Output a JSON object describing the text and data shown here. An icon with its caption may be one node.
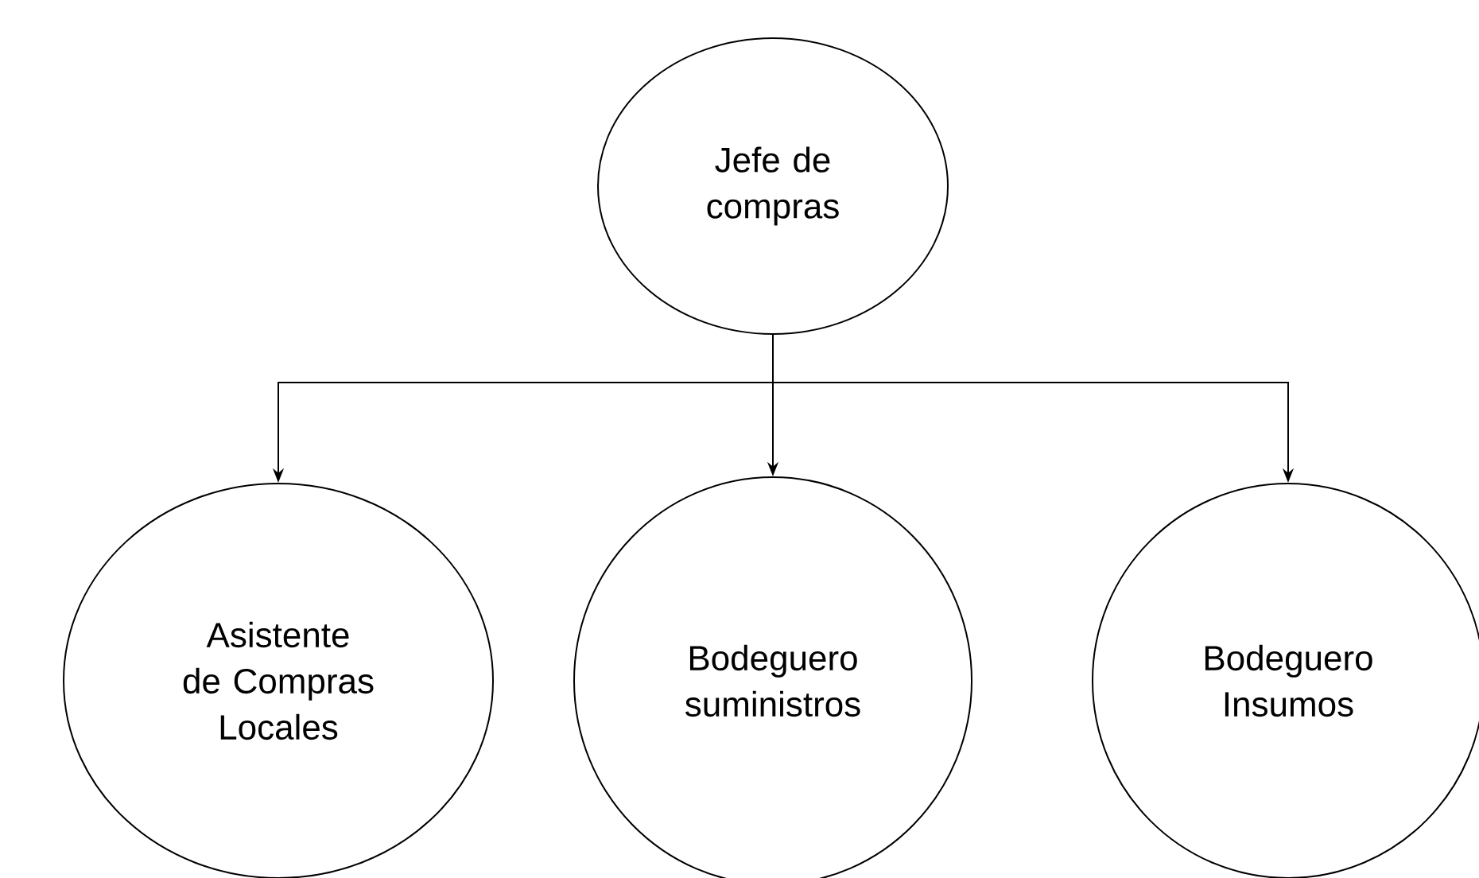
{
  "diagram": {
    "nodes": [
      {
        "text": [
          "Jefe de compras"
        ]
      },
      {
        "text": [
          "Asistente de Compras Locales"
        ]
      },
      {
        "text": [
          "Bodeguero suministros"
        ]
      },
      {
        "text": [
          "Bodeguero Insumos"
        ]
      }
    ],
    "edges": [
      {
        "from": 0,
        "to": 1,
        "arrow": "to"
      },
      {
        "from": 0,
        "to": 2,
        "arrow": "to"
      },
      {
        "from": 0,
        "to": 3,
        "arrow": "to"
      }
    ]
  }
}
